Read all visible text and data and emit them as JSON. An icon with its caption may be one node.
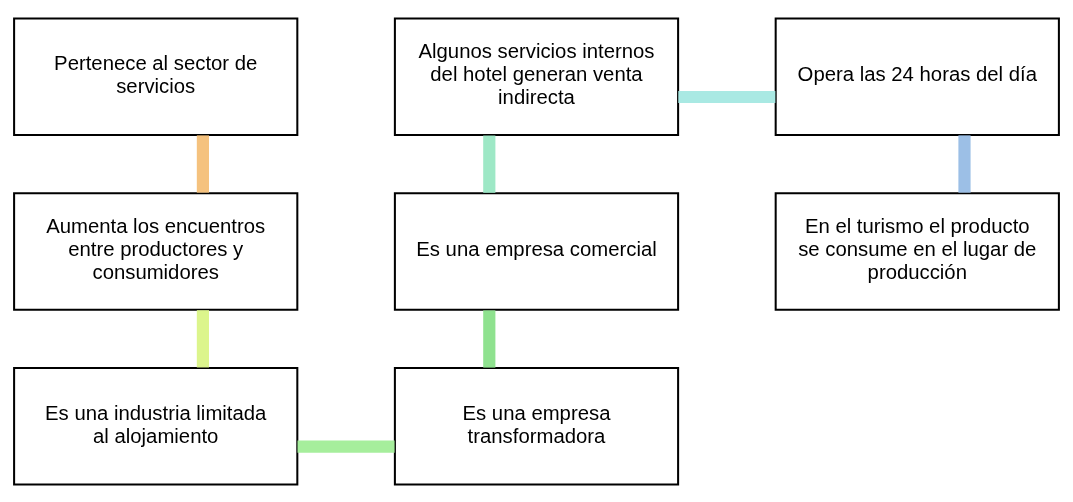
{
  "diagram": {
    "nodes": [
      {
        "text": [
          "Pertenece al sector de servicios"
        ]
      },
      {
        "text": [
          "Aumenta los encuentros entre productores y consumidores"
        ]
      },
      {
        "text": [
          "Es una industria limitada al alojamiento"
        ]
      },
      {
        "text": [
          "Es una empresa transformadora"
        ]
      },
      {
        "text": [
          "Es una empresa comercial"
        ]
      },
      {
        "text": [
          "Algunos servicios internos del hotel generan venta indirecta"
        ]
      },
      {
        "text": [
          "Opera las 24 horas del día"
        ]
      },
      {
        "text": [
          "En el turismo el producto se consume en el lugar de producción"
        ]
      }
    ],
    "edges": [
      {
        "from": 0,
        "to": 1,
        "arrow": "none",
        "color": "#f5c27e"
      },
      {
        "from": 1,
        "to": 2,
        "arrow": "none",
        "color": "#dcf58c"
      },
      {
        "from": 2,
        "to": 3,
        "arrow": "none",
        "color": "#a6ee9c"
      },
      {
        "from": 3,
        "to": 4,
        "arrow": "none",
        "color": "#8fe28f"
      },
      {
        "from": 4,
        "to": 5,
        "arrow": "none",
        "color": "#9ee8c6"
      },
      {
        "from": 5,
        "to": 6,
        "arrow": "none",
        "color": "#a9e9e3"
      },
      {
        "from": 6,
        "to": 7,
        "arrow": "none",
        "color": "#9cbfe6"
      }
    ]
  }
}
